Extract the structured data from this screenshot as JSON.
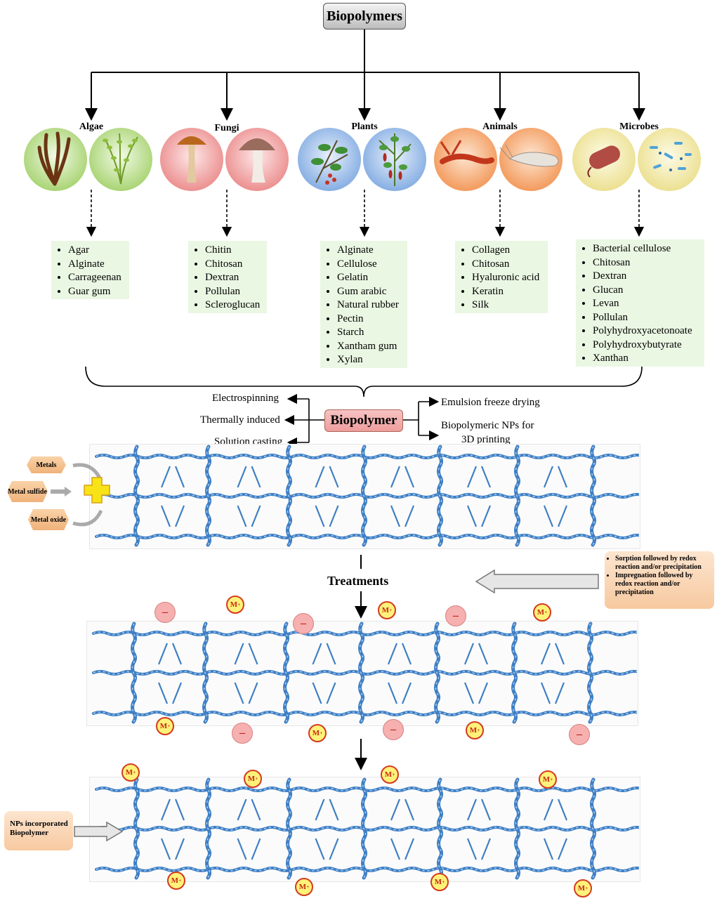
{
  "title": "Biopolymers",
  "sources": [
    {
      "label": "Algae",
      "items": [
        "Agar",
        "Alginate",
        "Carrageenan",
        "Guar gum"
      ]
    },
    {
      "label": "Fungi",
      "items": [
        "Chitin",
        "Chitosan",
        "Dextran",
        "Pollulan",
        "Scleroglucan"
      ]
    },
    {
      "label": "Plants",
      "items": [
        "Alginate",
        "Cellulose",
        "Gelatin",
        "Gum arabic",
        "Natural rubber",
        "Pectin",
        "Starch",
        "Xantham gum",
        "Xylan"
      ]
    },
    {
      "label": "Animals",
      "items": [
        "Collagen",
        "Chitosan",
        "Hyaluronic acid",
        "Keratin",
        "Silk"
      ]
    },
    {
      "label": "Microbes",
      "items": [
        "Bacterial cellulose",
        "Chitosan",
        "Dextran",
        "Glucan",
        "Levan",
        "Pollulan",
        "Polyhydroxyacetonoate",
        "Polyhydroxybutyrate",
        "Xanthan"
      ]
    }
  ],
  "center_label": "Biopolymer",
  "methods_left": [
    "Electrospinning",
    "Thermally induced",
    "Solution casting"
  ],
  "methods_right": [
    "Emulsion freeze drying",
    "Biopolymeric NPs for",
    "3D printing"
  ],
  "additives": [
    "Metals",
    "Metal sulfide",
    "Metal oxide"
  ],
  "treatments_label": "Treatments",
  "treatment_notes": [
    "Sorption followed by redox reaction and/or precipitation",
    "Impregnation followed by redox reaction and/or precipitation"
  ],
  "nps_label": "NPs incorporated Biopolymer",
  "ion_positive": "M",
  "ion_negative": "–",
  "colors": {
    "list_bg": "#eaf7e3",
    "fiber": "#3f7fc4",
    "algae_circle": "#c4e39a",
    "fungi_circle": "#f2a5a5",
    "plants_circle": "#9fbfe8",
    "animals_circle": "#f5b07a",
    "microbes_circle": "#f3ebab"
  }
}
